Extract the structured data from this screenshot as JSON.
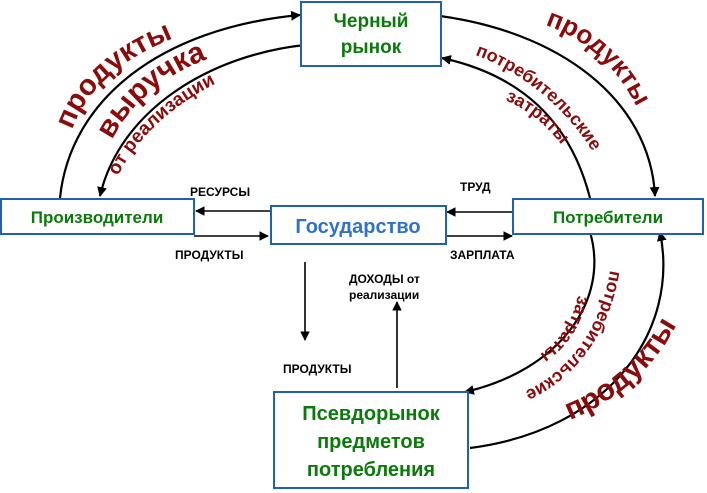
{
  "nodes": {
    "black_market": [
      "Черный",
      "рынок"
    ],
    "producers": "Производители",
    "state": "Государство",
    "consumers": "Потребители",
    "pseudo_market": [
      "Псевдорынок",
      "предметов",
      "потребления"
    ]
  },
  "flows": {
    "resources": "РЕСУРСЫ",
    "products": "ПРОДУКТЫ",
    "labor": "ТРУД",
    "salary": "ЗАРПЛАТА",
    "products_down": "ПРОДУКТЫ",
    "income_label": [
      "ДОХОДЫ от",
      "реализации"
    ]
  },
  "outer_labels": {
    "top_left_products": "продукты",
    "top_left_revenue": "выручка",
    "top_left_from_sales": "от реализации",
    "top_right_products": "продукты",
    "top_right_consumer_expenses": [
      "потребительские",
      "затраты"
    ],
    "bottom_right_consumer_expenses": [
      "потребительские",
      "затраты"
    ],
    "bottom_right_products": "продукты"
  },
  "colors": {
    "node_text": "#0b7a0b",
    "state_text": "#2f73c8",
    "box_border": "#1f5fb8",
    "outer_label": "#8b0a0a",
    "arrow": "#000000"
  }
}
